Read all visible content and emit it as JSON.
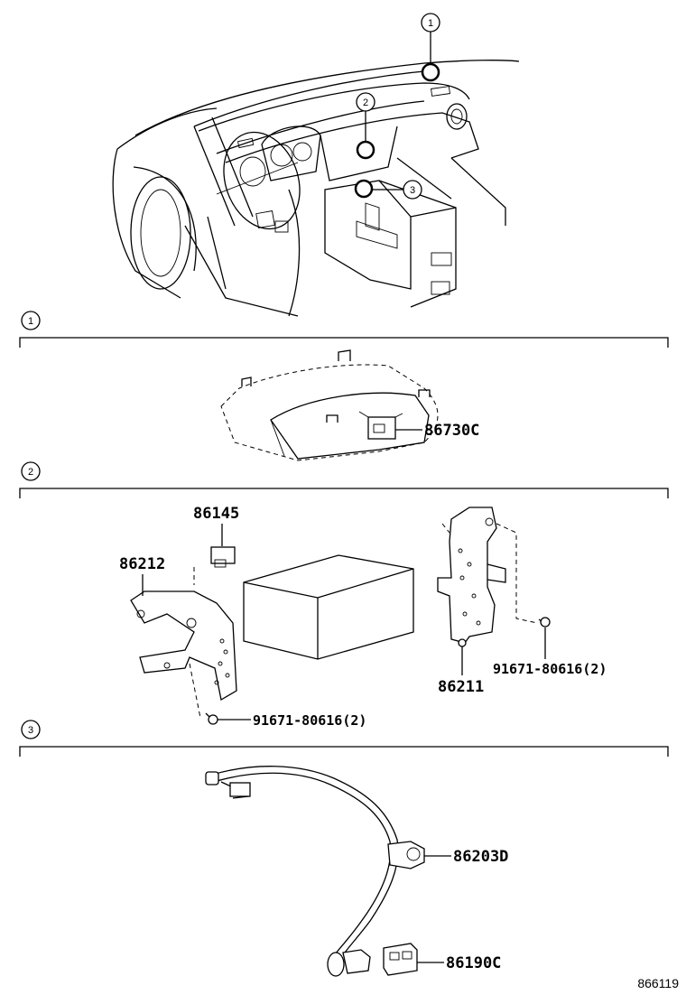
{
  "overview": {
    "callouts": [
      {
        "id": "overview-callout-1",
        "text": "1"
      },
      {
        "id": "overview-callout-2",
        "text": "2"
      },
      {
        "id": "overview-callout-3",
        "text": "3"
      }
    ]
  },
  "sections": [
    {
      "marker": "1",
      "parts": [
        "86730C"
      ]
    },
    {
      "marker": "2",
      "parts": [
        "86145",
        "86212",
        "86211",
        "91671-80616(2)",
        "91671-80616(2)"
      ]
    },
    {
      "marker": "3",
      "parts": [
        "86203D",
        "86190C"
      ]
    }
  ],
  "reference": "866119"
}
